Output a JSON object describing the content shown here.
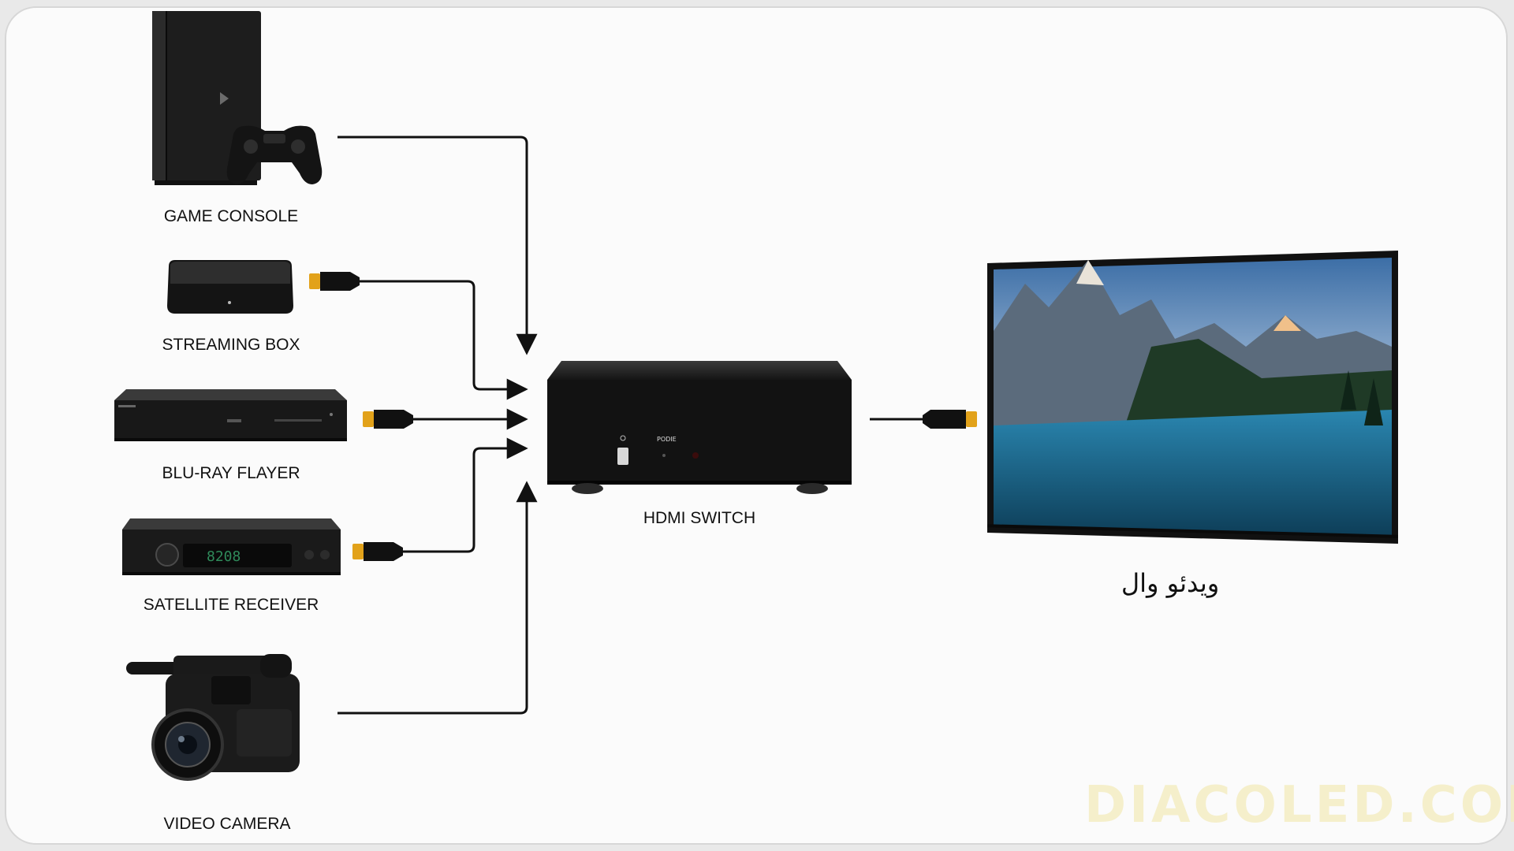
{
  "devices": {
    "game_console": "GAME CONSOLE",
    "streaming_box": "STREAMING BOX",
    "bluray_player": "BLU-RAY FLAYER",
    "satellite_receiver": "SATELLITE RECEIVER",
    "video_camera": "VIDEO CAMERA"
  },
  "hub": {
    "label": "HDMI SWITCH",
    "panel_mode": "PODIE"
  },
  "receiver_display": {
    "label": "ویدئو وال"
  },
  "satellite_display_text": "8208",
  "watermark": "DIACOLED.COM",
  "colors": {
    "background": "#fbfbfb",
    "line": "#111111",
    "hdmi_gold": "#e2a21a",
    "device_black": "#1b1b1b",
    "watermark": "#f4edc3"
  }
}
